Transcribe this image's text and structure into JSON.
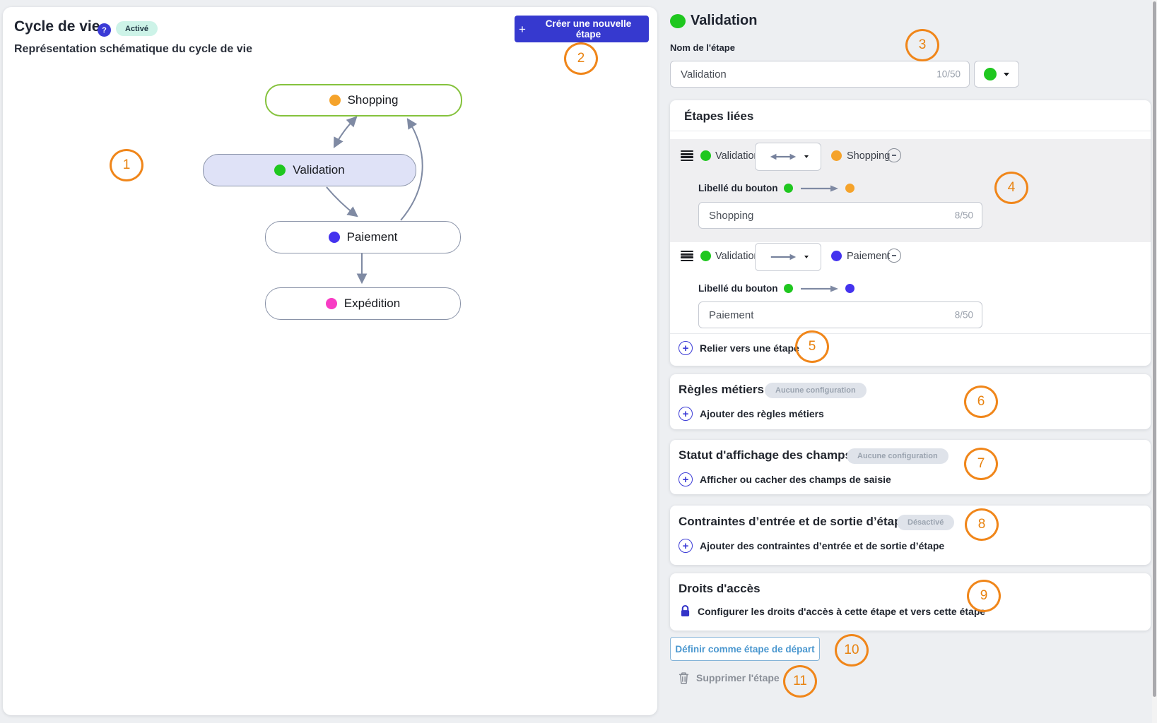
{
  "header": {
    "title": "Cycle de vie",
    "status_badge": "Activé",
    "subtitle": "Représentation schématique du cycle de vie",
    "create_button": "Créer une nouvelle étape"
  },
  "icons": {
    "help": "?",
    "plus": "+"
  },
  "diagram": {
    "nodes": [
      {
        "label": "Shopping",
        "dot_color": "#F5A32B",
        "style": "start"
      },
      {
        "label": "Validation",
        "dot_color": "#1FC71F",
        "style": "selected"
      },
      {
        "label": "Paiement",
        "dot_color": "#4433EE",
        "style": "default"
      },
      {
        "label": "Expédition",
        "dot_color": "#F83CC4",
        "style": "default"
      }
    ],
    "arrow_color": "#7F8AA3",
    "start_border_color": "#85C23D",
    "selected_fill": "#DFE2F7"
  },
  "editor": {
    "step_title": "Validation",
    "step_color": "#1FC71F",
    "name_label": "Nom de l'étape",
    "name_value": "Validation",
    "name_counter": "10/50",
    "linked_steps": {
      "title": "Étapes liées",
      "rows": [
        {
          "from_label": "Validation",
          "from_color": "#1FC71F",
          "direction": "bidirectional",
          "to_label": "Shopping",
          "to_color": "#F5A32B",
          "button_caption": "Libellé du bouton",
          "button_value": "Shopping",
          "counter": "8/50"
        },
        {
          "from_label": "Validation",
          "from_color": "#1FC71F",
          "direction": "forward",
          "to_label": "Paiement",
          "to_color": "#4433EE",
          "button_caption": "Libellé du bouton",
          "button_value": "Paiement",
          "counter": "8/50"
        }
      ],
      "add_link_label": "Relier vers une étape"
    },
    "sections": {
      "business_rules": {
        "title": "Règles métiers",
        "badge": "Aucune configuration",
        "action": "Ajouter des règles métiers"
      },
      "field_display": {
        "title": "Statut d'affichage des champs",
        "badge": "Aucune configuration",
        "action": "Afficher ou cacher des champs de saisie"
      },
      "constraints": {
        "title": "Contraintes d’entrée et de sortie d’étape",
        "badge": "Désactivé",
        "action": "Ajouter des contraintes d’entrée et de sortie d’étape"
      },
      "access_rights": {
        "title": "Droits d'accès",
        "action": "Configurer les droits d'accès à cette étape et vers cette étape"
      }
    },
    "set_start_button": "Définir comme étape de départ",
    "delete_button": "Supprimer l'étape"
  },
  "annotations": [
    "1",
    "2",
    "3",
    "4",
    "5",
    "6",
    "7",
    "8",
    "9",
    "10",
    "11"
  ],
  "colors": {
    "primary_button": "#3639CF",
    "link_accent": "#3B3BD6",
    "annotation": "#F0861A",
    "badge_active_bg": "#CDF3E8",
    "badge_muted_bg": "#DFE3EA",
    "start_button_text": "#4A97CF"
  }
}
